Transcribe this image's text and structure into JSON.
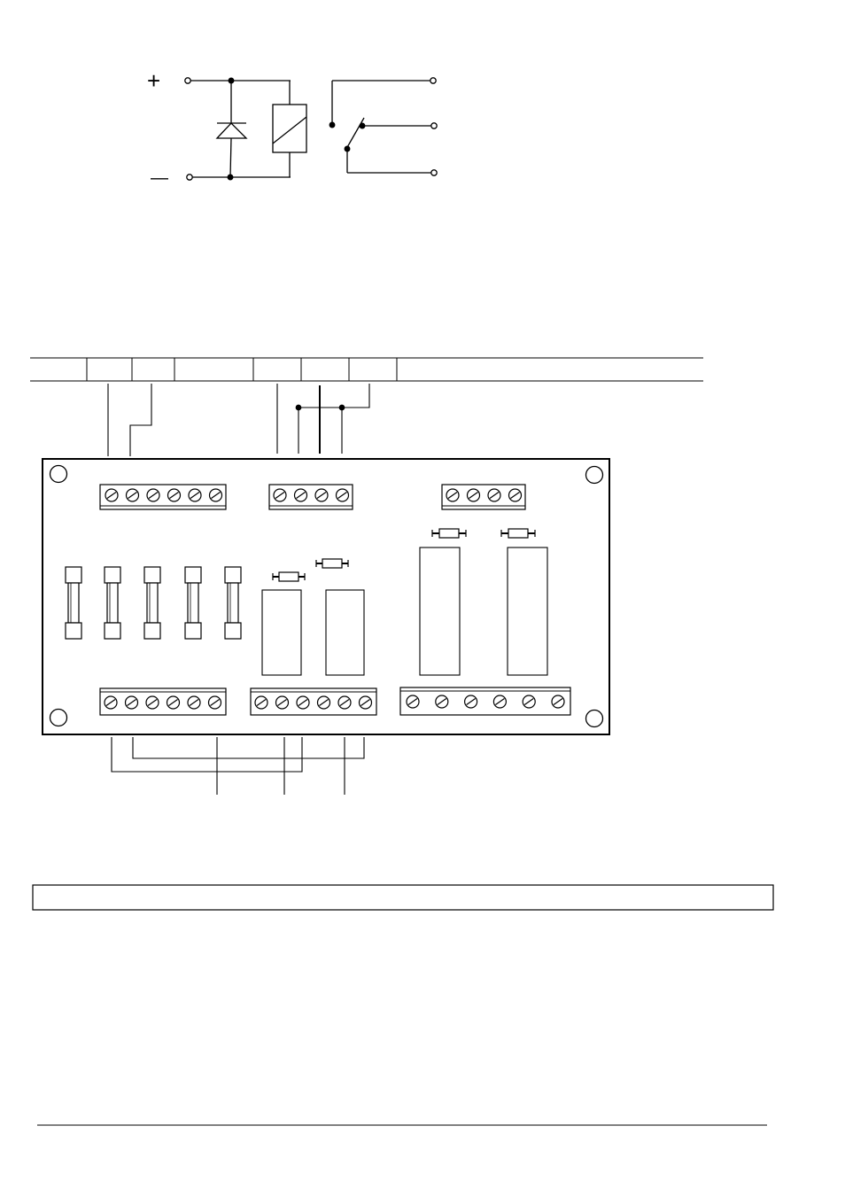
{
  "schematic": {
    "plus_symbol": "+",
    "minus_symbol": "—",
    "elements": [
      "positive-terminal",
      "negative-terminal",
      "flyback-diode",
      "relay-coil",
      "changeover-switch",
      "common-contact",
      "normally-open-contact",
      "normally-closed-contact"
    ]
  },
  "connection_table": {
    "columns": [
      "",
      "",
      "",
      "",
      "",
      "",
      "",
      ""
    ]
  },
  "board": {
    "top_terminal_blocks": [
      {
        "id": "tb1",
        "screws": 6
      },
      {
        "id": "tb2",
        "screws": 4
      },
      {
        "id": "tb3",
        "screws": 4
      }
    ],
    "bottom_terminal_blocks": [
      {
        "id": "tb4",
        "screws": 6
      },
      {
        "id": "tb5",
        "screws": 6
      },
      {
        "id": "tb6",
        "screws": 6
      }
    ],
    "fuses": 5,
    "small_relays": 2,
    "large_relays": 2,
    "resistors": 4,
    "mounting_holes": 4
  },
  "caption_box": {
    "text": ""
  },
  "colors": {
    "line": "#000000",
    "background": "#ffffff"
  }
}
